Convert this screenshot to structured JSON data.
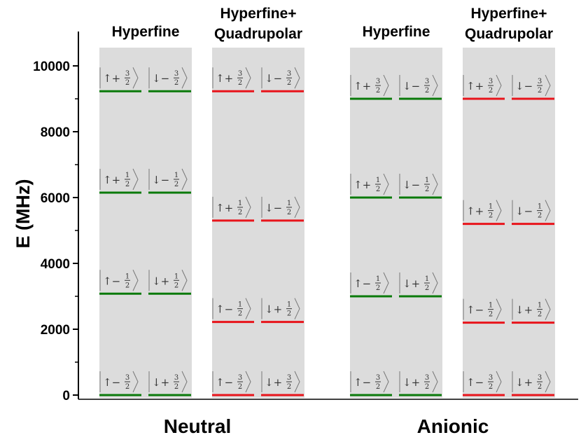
{
  "chart_data": {
    "type": "energy-level",
    "ylabel": "E (MHz)",
    "ylim": [
      -200,
      11000
    ],
    "yticks": [
      0,
      2000,
      4000,
      6000,
      8000,
      10000
    ],
    "ytick_labels": [
      "0",
      "2000",
      "4000",
      "6000",
      "8000",
      "10000"
    ],
    "colors": {
      "hyperfine": "#0a7a0a",
      "hyperfine_quadrupolar": "#e8141b",
      "panel": "#dcdcdc"
    },
    "groups": [
      {
        "label": "Neutral",
        "columns": [
          {
            "title": [
              "Hyperfine"
            ],
            "color_key": "hyperfine",
            "levels": [
              {
                "energy": 9230,
                "kets": [
                  {
                    "spin": "↑",
                    "sign": "+",
                    "num": "3",
                    "den": "2"
                  },
                  {
                    "spin": "↓",
                    "sign": "−",
                    "num": "3",
                    "den": "2"
                  }
                ]
              },
              {
                "energy": 6150,
                "kets": [
                  {
                    "spin": "↑",
                    "sign": "+",
                    "num": "1",
                    "den": "2"
                  },
                  {
                    "spin": "↓",
                    "sign": "−",
                    "num": "1",
                    "den": "2"
                  }
                ]
              },
              {
                "energy": 3080,
                "kets": [
                  {
                    "spin": "↑",
                    "sign": "−",
                    "num": "1",
                    "den": "2"
                  },
                  {
                    "spin": "↓",
                    "sign": "+",
                    "num": "1",
                    "den": "2"
                  }
                ]
              },
              {
                "energy": 0,
                "kets": [
                  {
                    "spin": "↑",
                    "sign": "−",
                    "num": "3",
                    "den": "2"
                  },
                  {
                    "spin": "↓",
                    "sign": "+",
                    "num": "3",
                    "den": "2"
                  }
                ]
              }
            ]
          },
          {
            "title": [
              "Hyperfine+",
              "Quadrupolar"
            ],
            "color_key": "hyperfine_quadrupolar",
            "levels": [
              {
                "energy": 9230,
                "kets": [
                  {
                    "spin": "↑",
                    "sign": "+",
                    "num": "3",
                    "den": "2"
                  },
                  {
                    "spin": "↓",
                    "sign": "−",
                    "num": "3",
                    "den": "2"
                  }
                ]
              },
              {
                "energy": 5300,
                "kets": [
                  {
                    "spin": "↑",
                    "sign": "+",
                    "num": "1",
                    "den": "2"
                  },
                  {
                    "spin": "↓",
                    "sign": "−",
                    "num": "1",
                    "den": "2"
                  }
                ]
              },
              {
                "energy": 2220,
                "kets": [
                  {
                    "spin": "↑",
                    "sign": "−",
                    "num": "1",
                    "den": "2"
                  },
                  {
                    "spin": "↓",
                    "sign": "+",
                    "num": "1",
                    "den": "2"
                  }
                ]
              },
              {
                "energy": 0,
                "kets": [
                  {
                    "spin": "↑",
                    "sign": "−",
                    "num": "3",
                    "den": "2"
                  },
                  {
                    "spin": "↓",
                    "sign": "+",
                    "num": "3",
                    "den": "2"
                  }
                ]
              }
            ]
          }
        ]
      },
      {
        "label": "Anionic",
        "columns": [
          {
            "title": [
              "Hyperfine"
            ],
            "color_key": "hyperfine",
            "levels": [
              {
                "energy": 9000,
                "kets": [
                  {
                    "spin": "↑",
                    "sign": "+",
                    "num": "3",
                    "den": "2"
                  },
                  {
                    "spin": "↓",
                    "sign": "−",
                    "num": "3",
                    "den": "2"
                  }
                ]
              },
              {
                "energy": 6000,
                "kets": [
                  {
                    "spin": "↑",
                    "sign": "+",
                    "num": "1",
                    "den": "2"
                  },
                  {
                    "spin": "↓",
                    "sign": "−",
                    "num": "1",
                    "den": "2"
                  }
                ]
              },
              {
                "energy": 3000,
                "kets": [
                  {
                    "spin": "↑",
                    "sign": "−",
                    "num": "1",
                    "den": "2"
                  },
                  {
                    "spin": "↓",
                    "sign": "+",
                    "num": "1",
                    "den": "2"
                  }
                ]
              },
              {
                "energy": 0,
                "kets": [
                  {
                    "spin": "↑",
                    "sign": "−",
                    "num": "3",
                    "den": "2"
                  },
                  {
                    "spin": "↓",
                    "sign": "+",
                    "num": "3",
                    "den": "2"
                  }
                ]
              }
            ]
          },
          {
            "title": [
              "Hyperfine+",
              "Quadrupolar"
            ],
            "color_key": "hyperfine_quadrupolar",
            "levels": [
              {
                "energy": 9000,
                "kets": [
                  {
                    "spin": "↑",
                    "sign": "+",
                    "num": "3",
                    "den": "2"
                  },
                  {
                    "spin": "↓",
                    "sign": "−",
                    "num": "3",
                    "den": "2"
                  }
                ]
              },
              {
                "energy": 5200,
                "kets": [
                  {
                    "spin": "↑",
                    "sign": "+",
                    "num": "1",
                    "den": "2"
                  },
                  {
                    "spin": "↓",
                    "sign": "−",
                    "num": "1",
                    "den": "2"
                  }
                ]
              },
              {
                "energy": 2200,
                "kets": [
                  {
                    "spin": "↑",
                    "sign": "−",
                    "num": "1",
                    "den": "2"
                  },
                  {
                    "spin": "↓",
                    "sign": "+",
                    "num": "1",
                    "den": "2"
                  }
                ]
              },
              {
                "energy": 0,
                "kets": [
                  {
                    "spin": "↑",
                    "sign": "−",
                    "num": "3",
                    "den": "2"
                  },
                  {
                    "spin": "↓",
                    "sign": "+",
                    "num": "3",
                    "den": "2"
                  }
                ]
              }
            ]
          }
        ]
      }
    ]
  }
}
